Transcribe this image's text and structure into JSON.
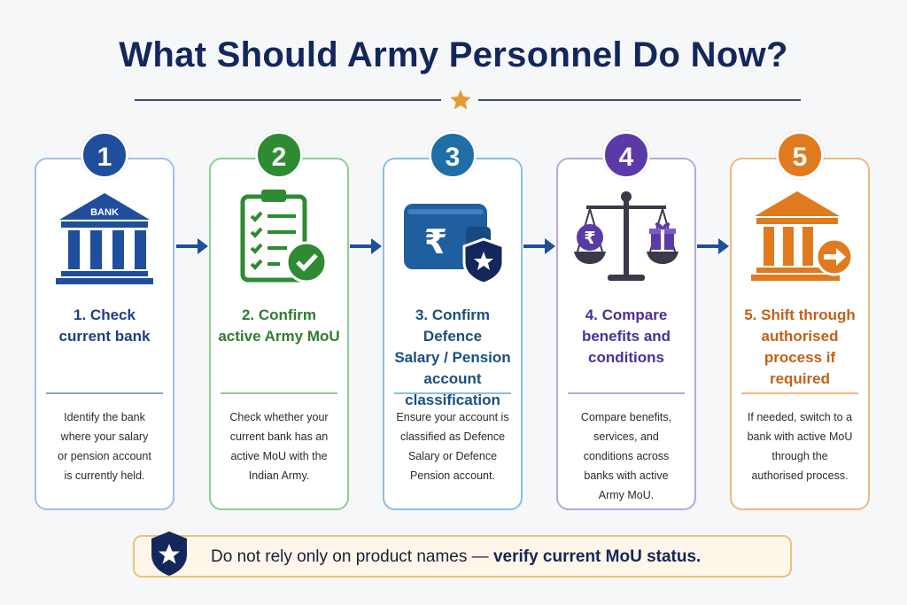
{
  "title": "What Should Army Personnel Do Now?",
  "steps": [
    {
      "number": "1",
      "icon": "bank-building-icon",
      "icon_label": "BANK",
      "title_lines": [
        "1. Check",
        "current bank"
      ],
      "desc_lines": [
        "Identify the bank",
        "where your salary",
        "or pension account",
        "is currently held."
      ],
      "color": "#1f4e9c"
    },
    {
      "number": "2",
      "icon": "clipboard-checklist-icon",
      "title_lines": [
        "2. Confirm",
        "active Army MoU"
      ],
      "desc_lines": [
        "Check whether your",
        "current bank has an",
        "active MoU with the",
        "Indian Army."
      ],
      "color": "#2e8b34"
    },
    {
      "number": "3",
      "icon": "rupee-wallet-shield-icon",
      "title_lines": [
        "3. Confirm Defence",
        "Salary / Pension",
        "account",
        "classification"
      ],
      "desc_lines": [
        "Ensure your account is",
        "classified as Defence",
        "Salary or Defence",
        "Pension account."
      ],
      "color": "#1f6fa6"
    },
    {
      "number": "4",
      "icon": "balance-scale-icon",
      "title_lines": [
        "4. Compare",
        "benefits and",
        "conditions"
      ],
      "desc_lines": [
        "Compare benefits,",
        "services, and",
        "conditions across",
        "banks with active",
        "Army MoU."
      ],
      "color": "#5b3aa8"
    },
    {
      "number": "5",
      "icon": "bank-arrow-icon",
      "title_lines": [
        "5. Shift through",
        "authorised",
        "process if",
        "required"
      ],
      "desc_lines": [
        "If needed, switch to a",
        "bank with active MoU",
        "through the",
        "authorised process."
      ],
      "color": "#e07a1f"
    }
  ],
  "note": {
    "text": "Do not rely only on product names — ",
    "emphasis": "verify current MoU status."
  }
}
